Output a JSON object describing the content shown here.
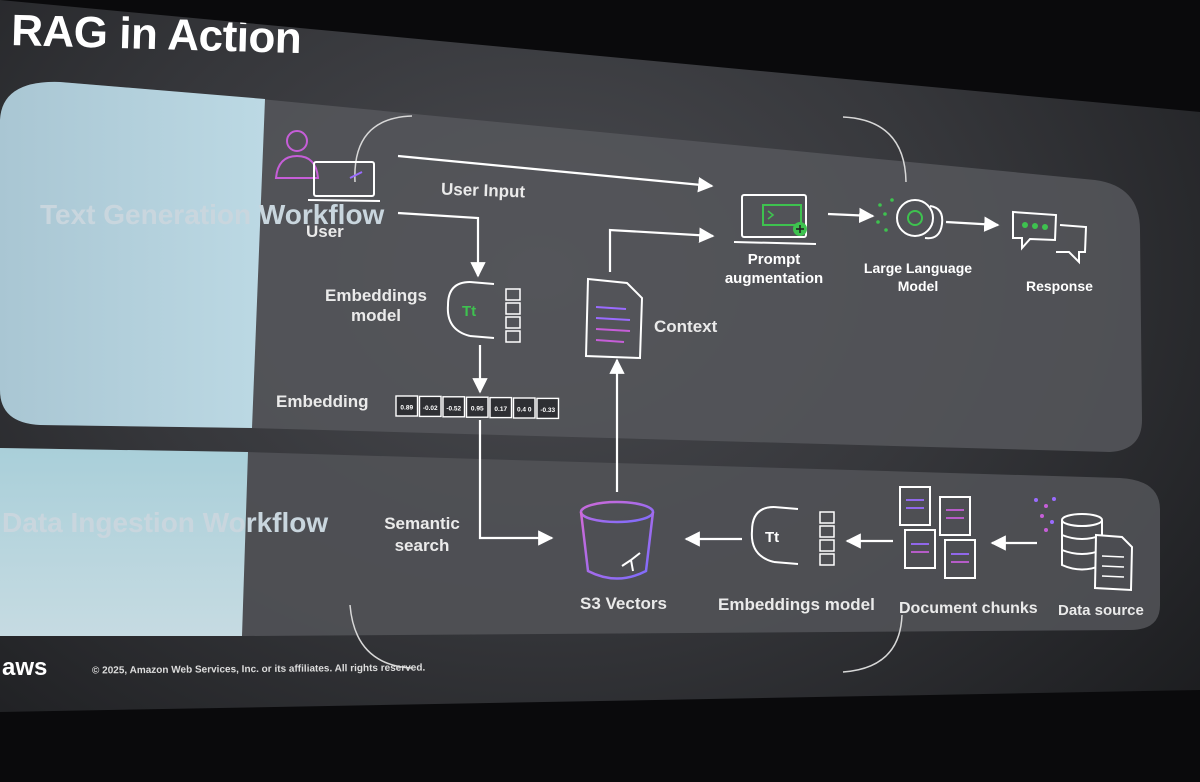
{
  "slide": {
    "title": "RAG in Action",
    "footer": "© 2025, Amazon Web Services, Inc. or its affiliates. All rights reserved.",
    "logo_text": "aws"
  },
  "workflows": {
    "text_generation": "Text Generation Workflow",
    "data_ingestion": "Data Ingestion Workflow"
  },
  "nodes": {
    "user": "User",
    "user_input": "User Input",
    "embeddings_model_top": "Embeddings model",
    "embedding": "Embedding",
    "context": "Context",
    "prompt_augmentation": "Prompt augmentation",
    "llm": "Large Language Model",
    "response": "Response",
    "semantic_search": "Semantic search",
    "s3_vectors": "S3 Vectors",
    "embeddings_model_bottom": "Embeddings model",
    "document_chunks": "Document chunks",
    "data_source": "Data source"
  },
  "embedding_values": [
    "0.89",
    "-0.02",
    "-0.52",
    "0.95",
    "0.17",
    "0.4 0",
    "-0.33"
  ],
  "icon_text": {
    "embeddings_glyph": "Tt"
  },
  "colors": {
    "panel_left": "#b7d3df",
    "panel_text": "#c9d6de",
    "accent_green": "#3ec24f",
    "accent_purple": "#9a6bff",
    "accent_pink": "#e06ad8",
    "arrow": "#ffffff"
  }
}
